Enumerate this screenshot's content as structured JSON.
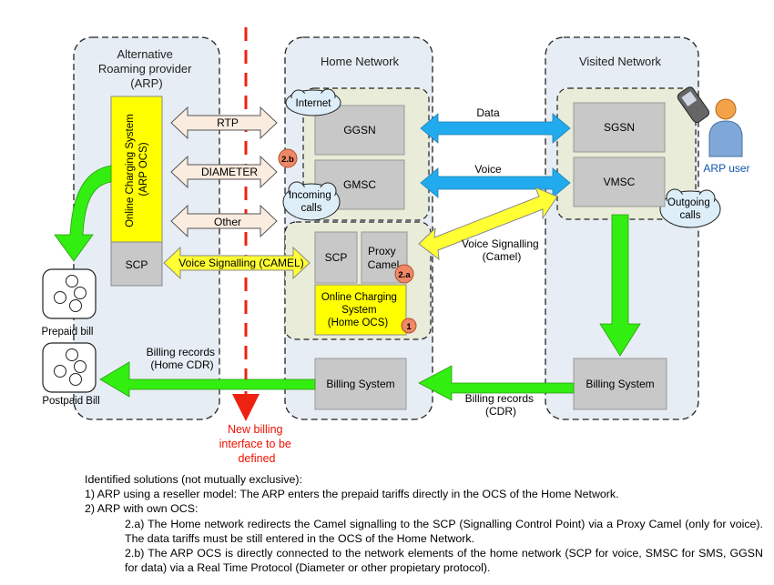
{
  "colors": {
    "dashed_border": "#222222",
    "region_fill": "#e7edf4",
    "inner_fill": "#e9ecd8",
    "box_gray": "#c8c8c8",
    "yellow": "#ffff00",
    "green_arrow": "#33ee11",
    "blue_arrow": "#22aaee",
    "yellow_arrow": "#ffff33",
    "red_line": "#ee2211",
    "badge": "#ee8866",
    "arp_user_text": "#1155aa",
    "new_interface_text": "#ee1100"
  },
  "regions": {
    "arp": {
      "title_lines": [
        "Alternative",
        "Roaming provider",
        "(ARP)"
      ]
    },
    "home": {
      "title": "Home Network"
    },
    "visited": {
      "title": "Visited Network"
    }
  },
  "boxes": {
    "arp_ocs_lines": [
      "Online Charging System",
      "(ARP OCS)"
    ],
    "arp_scp": "SCP",
    "ggsn": "GGSN",
    "gmsc": "GMSC",
    "home_scp": "SCP",
    "proxy_camel_lines": [
      "Proxy",
      "Camel"
    ],
    "home_ocs_lines": [
      "Online Charging",
      "System",
      "(Home OCS)"
    ],
    "home_billing": "Billing System",
    "sgsn": "SGSN",
    "vmsc": "VMSC",
    "visited_billing": "Billing System"
  },
  "clouds": {
    "internet": "Internet",
    "incoming_lines": [
      "Incoming",
      "calls"
    ],
    "outgoing_lines": [
      "Outgoing",
      "calls"
    ]
  },
  "badges": {
    "b1": "1",
    "b2a": "2.a",
    "b2b": "2.b"
  },
  "links": {
    "rtp": "RTP",
    "diameter": "DIAMETER",
    "other": "Other",
    "voice_signalling_camel": "Voice Signalling (CAMEL)",
    "data": "Data",
    "voice": "Voice",
    "voice_signalling_lines": [
      "Voice Signalling",
      "(Camel)"
    ],
    "billing_records_cdr_lines": [
      "Billing records",
      "(CDR)"
    ],
    "billing_records_home_lines": [
      "Billing records",
      "(Home CDR)"
    ]
  },
  "bills": {
    "prepaid": "Prepaid bill",
    "postpaid": "Postpaid Bill"
  },
  "user": {
    "label": "ARP user"
  },
  "new_interface_lines": [
    "New billing",
    "interface to be",
    "defined"
  ],
  "notes": {
    "heading": "Identified solutions (not mutually exclusive):",
    "item1": "1) ARP using a reseller model: The ARP enters the prepaid tariffs directly in the OCS of the Home Network.",
    "item2": "2) ARP with own OCS:",
    "item2a": "2.a) The Home network redirects the Camel signalling to the SCP (Signalling Control Point) via a Proxy Camel (only for voice). The data tariffs must be still entered in the OCS of the Home Network.",
    "item2b": "2.b) The ARP OCS is directly connected to the network elements of the home network (SCP for voice, SMSC for SMS, GGSN for data) via a Real Time Protocol (Diameter or other propietary protocol)."
  }
}
